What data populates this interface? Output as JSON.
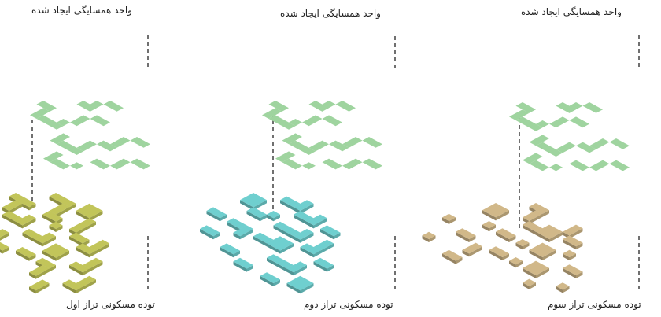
{
  "panels": [
    {
      "top_label": "واحد همسایگی ایجاد شده",
      "bottom_label": "توده مسکونی تراز اول",
      "neighborhood_color": "#9fd49f",
      "mass_color": "#c2c55a"
    },
    {
      "top_label": "واحد همسایگی ایجاد شده",
      "bottom_label": "توده مسکونی تراز دوم",
      "neighborhood_color": "#9fd49f",
      "mass_color": "#6fcfcf"
    },
    {
      "top_label": "واحد همسایگی ایجاد شده",
      "bottom_label": "توده مسکونی تراز سوم",
      "neighborhood_color": "#9fd49f",
      "mass_color": "#d1b889"
    }
  ]
}
